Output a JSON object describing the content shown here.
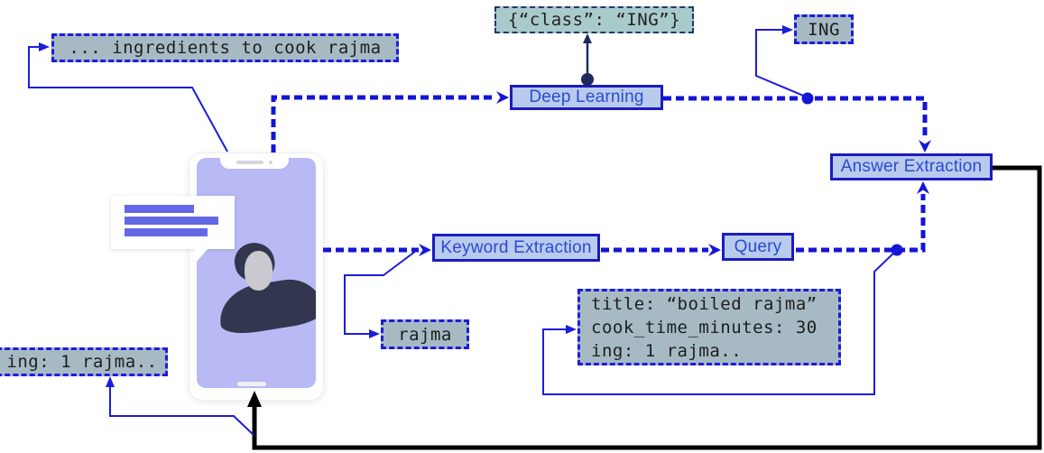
{
  "figure": {
    "description": "voice-assistant question answering pipeline diagram",
    "colors": {
      "solid_line_blue": "#1c1cdd",
      "dashed_line_blue": "#1414d8",
      "navy_connector": "#1e2a5e",
      "process_fill": "#b9cbec",
      "process_border": "#1b1bc0",
      "process_text": "#2b4ad0",
      "data_fill": "#a7bac4",
      "data_border": "#1c1cdd",
      "class_fill": "#a9caca",
      "class_border": "#23366b",
      "black_line": "#000000",
      "phone_screen": "#b9b9f5",
      "bubble_bars": "#6468e6"
    },
    "nodes": {
      "user_query": {
        "label": "... ingredients to cook rajma"
      },
      "class_output": {
        "label": "{“class”: “ING”}"
      },
      "ing_tag": {
        "label": "ING"
      },
      "deep_learning": {
        "label": "Deep Learning"
      },
      "answer_extraction": {
        "label": "Answer Extraction"
      },
      "keyword_extraction": {
        "label": "Keyword Extraction"
      },
      "query": {
        "label": "Query"
      },
      "keyword": {
        "label": "rajma"
      },
      "retrieved_record": {
        "line1": "title: “boiled rajma”",
        "line2": "cook_time_minutes: 30",
        "line3": "ing: 1 rajma.."
      },
      "answer": {
        "label": "ing: 1 rajma.."
      }
    }
  }
}
